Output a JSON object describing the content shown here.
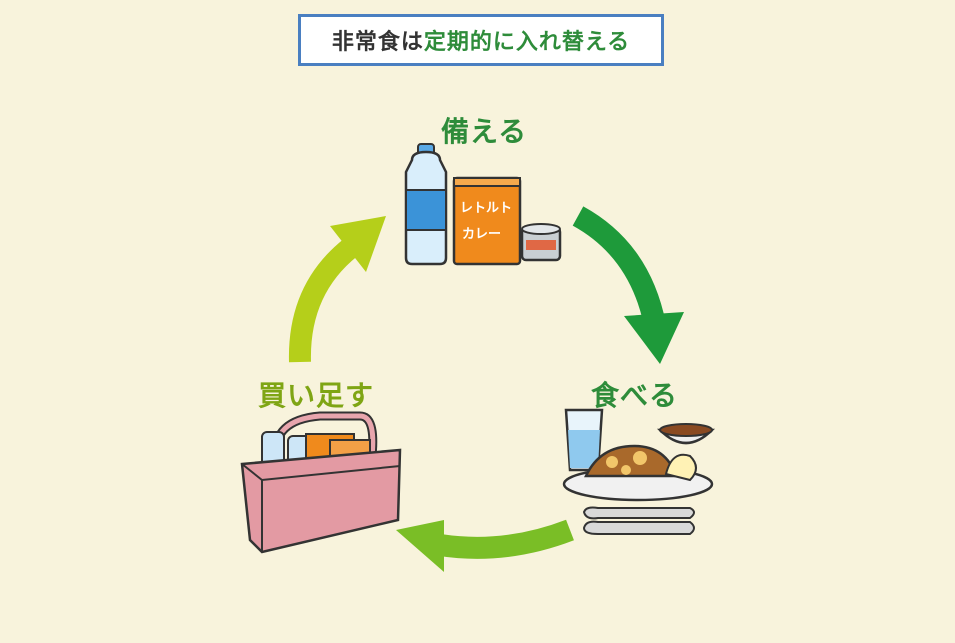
{
  "title": {
    "part1": "非常食は",
    "part2": "定期的に入れ替える"
  },
  "stages": [
    {
      "label": "備える"
    },
    {
      "label": "食べる"
    },
    {
      "label": "買い足す"
    }
  ],
  "products": {
    "pouch_line1": "レトルト",
    "pouch_line2": "カレー"
  },
  "colors": {
    "background": "#f8f3dc",
    "title_border": "#4a7fc1",
    "accent_green": "#2e8c3a",
    "arrow_dark_green": "#1e9a3a",
    "arrow_lime": "#b5cf1a",
    "arrow_mid_green": "#7abe26"
  }
}
